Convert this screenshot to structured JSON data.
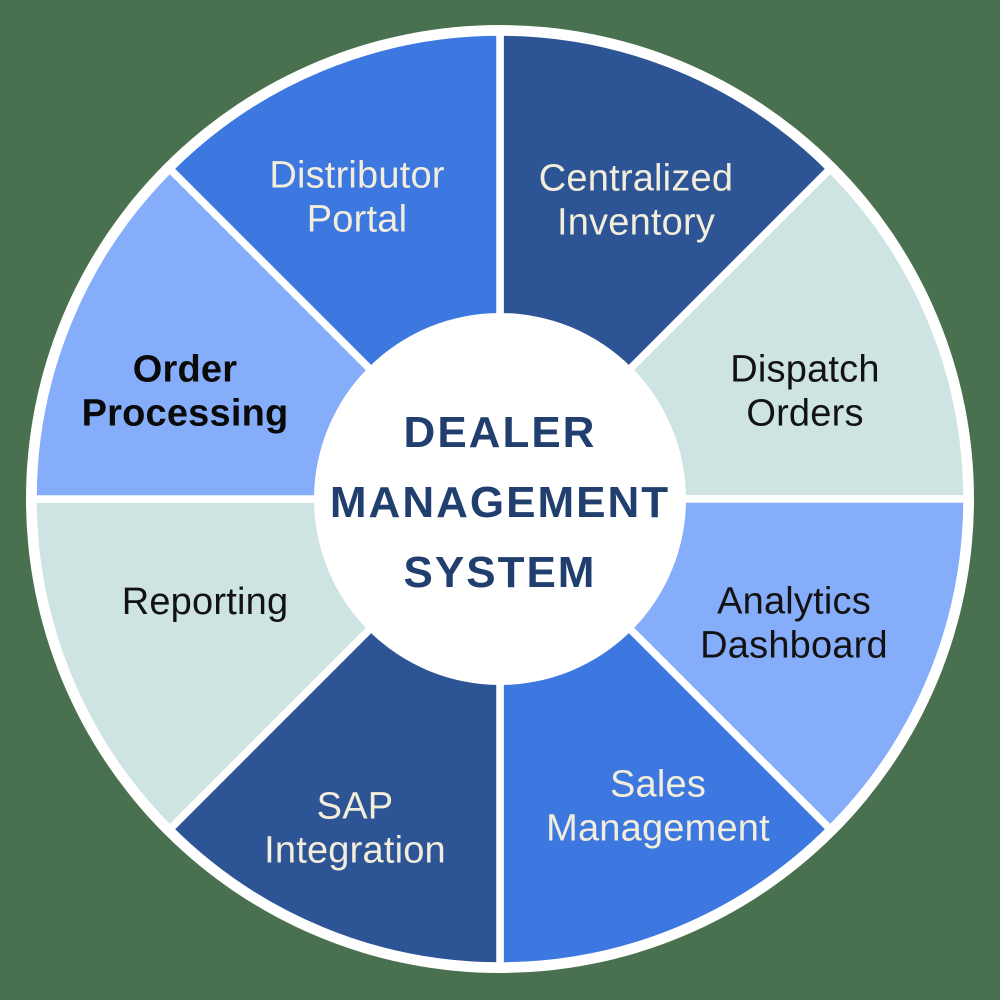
{
  "hub": {
    "title": "DEALER\nMANAGEMENT\nSYSTEM",
    "text_color": "#213f6e",
    "background": "#ffffff"
  },
  "wheel": {
    "background_color": "#4a714f",
    "separator_color": "#ffffff",
    "outer_ring_color": "#ffffff",
    "segments": [
      {
        "name": "Centralized Inventory",
        "label": "Centralized\nInventory",
        "color": "#2d5495",
        "label_color": "#f3eddc",
        "bold": false
      },
      {
        "name": "Dispatch Orders",
        "label": "Dispatch\nOrders",
        "color": "#cde4e2",
        "label_color": "#121212",
        "bold": false
      },
      {
        "name": "Analytics Dashboard",
        "label": "Analytics\nDashboard",
        "color": "#85adf9",
        "label_color": "#121212",
        "bold": false
      },
      {
        "name": "Sales Management",
        "label": "Sales\nManagement",
        "color": "#3c78e0",
        "label_color": "#f3eddc",
        "bold": false
      },
      {
        "name": "SAP Integration",
        "label": "SAP\nIntegration",
        "color": "#2d5495",
        "label_color": "#f3eddc",
        "bold": false
      },
      {
        "name": "Reporting",
        "label": "Reporting",
        "color": "#cde4e2",
        "label_color": "#121212",
        "bold": false
      },
      {
        "name": "Order Processing",
        "label": "Order\nProcessing",
        "color": "#85adf9",
        "label_color": "#0a0a0a",
        "bold": true
      },
      {
        "name": "Distributor Portal",
        "label": "Distributor\nPortal",
        "color": "#3c78e0",
        "label_color": "#f3eddc",
        "bold": false
      }
    ]
  }
}
